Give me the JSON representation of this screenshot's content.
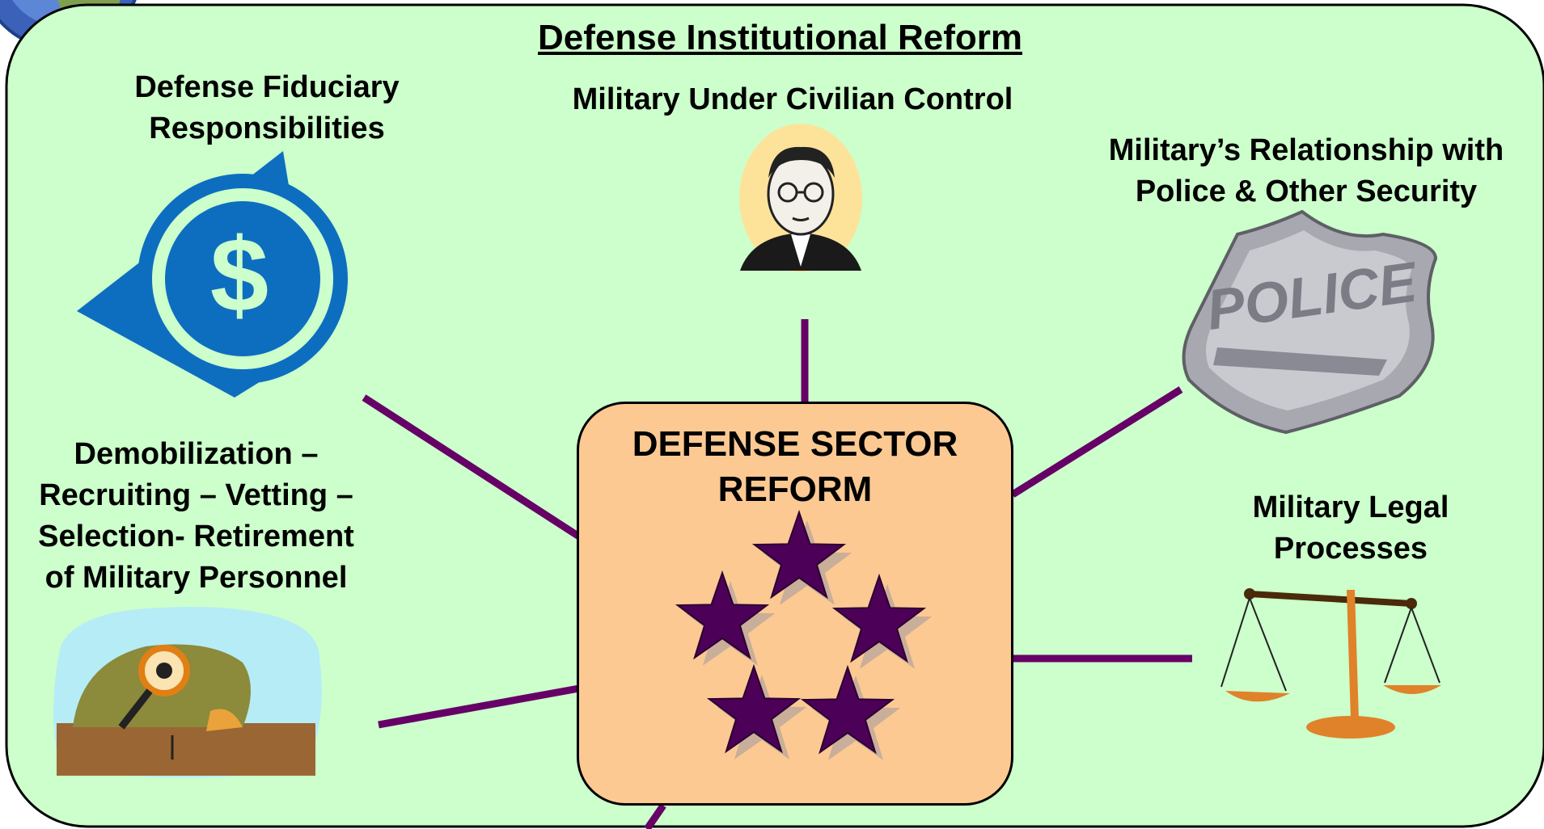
{
  "title": "Defense Institutional Reform",
  "center": {
    "line1": "DEFENSE SECTOR",
    "line2": "REFORM"
  },
  "nodes": {
    "fiduciary": {
      "line1": "Defense Fiduciary",
      "line2": "Responsibilities"
    },
    "civilian": {
      "line1": "Military Under Civilian Control"
    },
    "police": {
      "line1": "Military’s Relationship with",
      "line2": "Police & Other Security"
    },
    "personnel": {
      "line1": "Demobilization –",
      "line2": "Recruiting – Vetting –",
      "line3": "Selection- Retirement",
      "line4": "of Military Personnel"
    },
    "legal": {
      "line1": "Military Legal",
      "line2": "Processes"
    }
  },
  "badge_text": "POLICE",
  "colors": {
    "panel": "#ccffcc",
    "center_box": "#fcc993",
    "connector": "#660066",
    "star": "#4d0057",
    "money": "#0d6ec0"
  },
  "icons": [
    "dollar-icon",
    "portrait-icon",
    "police-badge-icon",
    "magnifier-icon",
    "scales-icon",
    "star-icon"
  ]
}
